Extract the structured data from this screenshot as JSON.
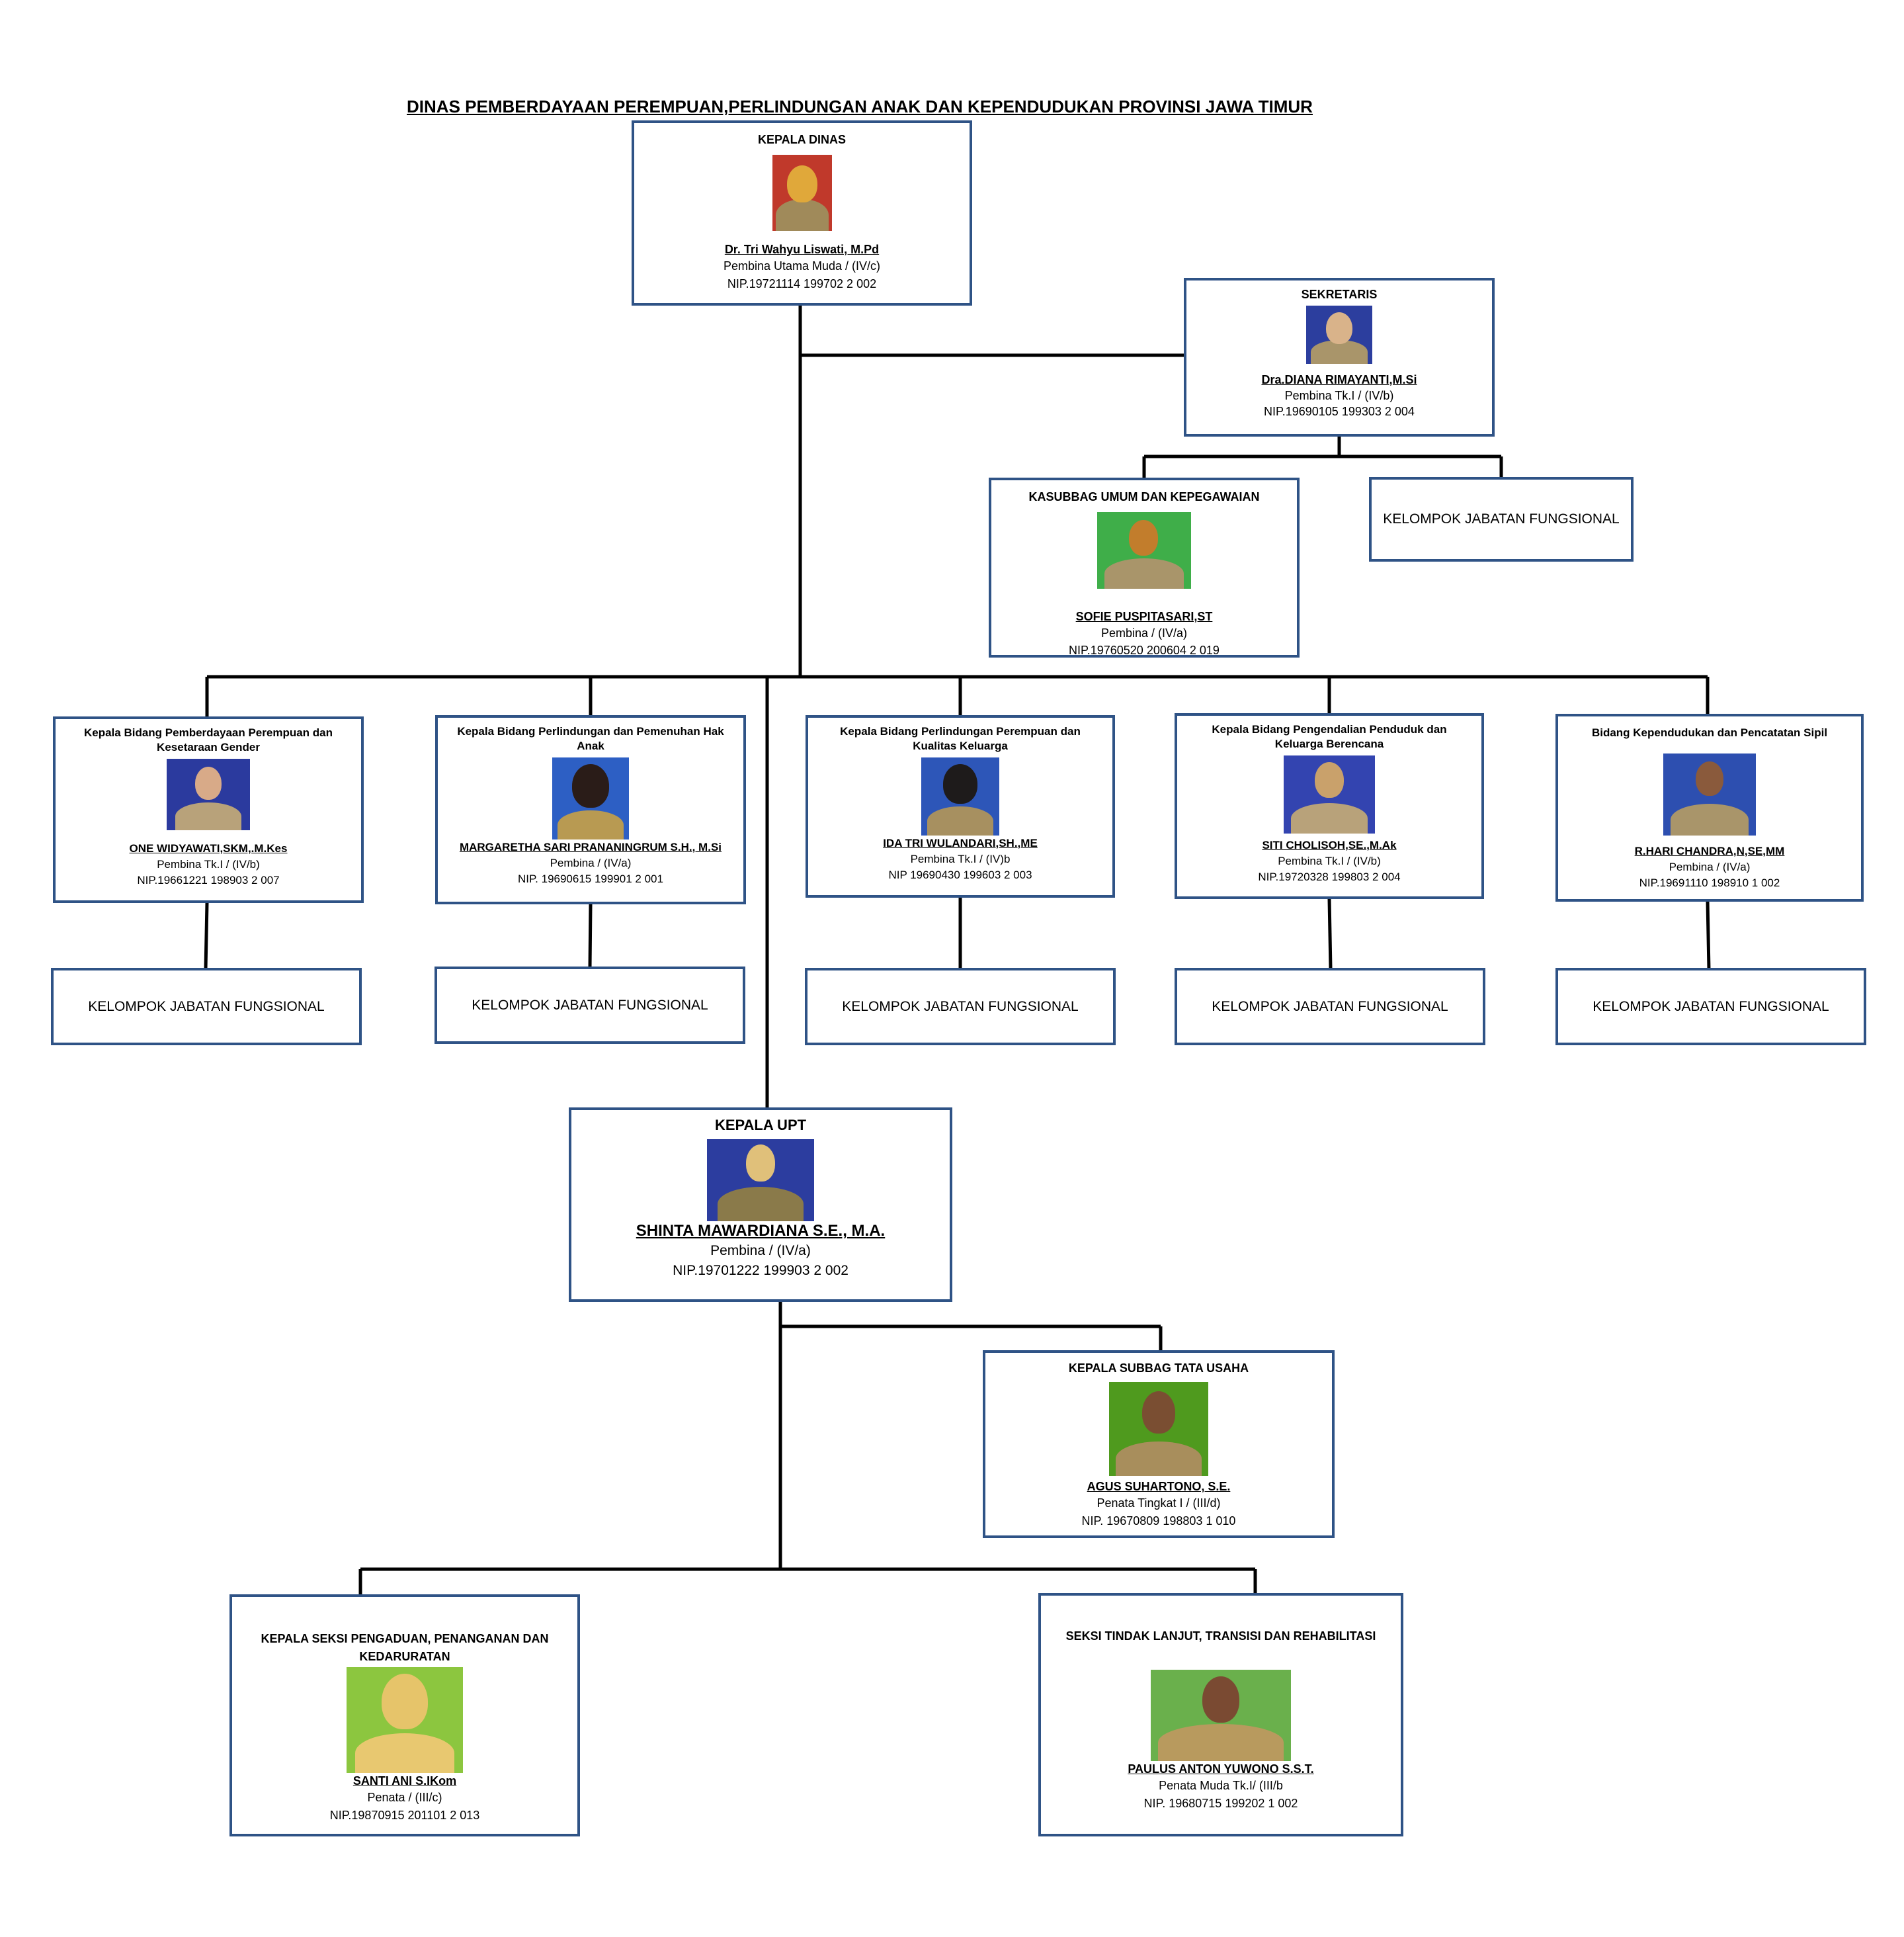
{
  "title": "DINAS PEMBERDAYAAN PEREMPUAN,PERLINDUNGAN ANAK DAN KEPENDUDUKAN PROVINSI JAWA TIMUR",
  "kepala_dinas": {
    "role": "KEPALA DINAS",
    "name": "Dr. Tri Wahyu Liswati, M.Pd",
    "rank": "Pembina Utama Muda / (IV/c)",
    "nip": "NIP.19721114 199702 2 002",
    "photo_bg": "#c0392b",
    "photo_icon": "person-photo-icon"
  },
  "sekretaris": {
    "role": "SEKRETARIS",
    "name": "Dra.DIANA RIMAYANTI,M.Si",
    "rank": "Pembina Tk.I / (IV/b)",
    "nip": "NIP.19690105 199303 2 004",
    "photo_bg": "#2c3e9e",
    "photo_icon": "person-photo-icon"
  },
  "kasubbag": {
    "role": "KASUBBAG UMUM DAN KEPEGAWAIAN",
    "name": "SOFIE PUSPITASARI,ST",
    "rank": "Pembina / (IV/a)",
    "nip": "NIP.19760520 200604 2 019",
    "photo_bg": "#3fae49",
    "photo_icon": "person-photo-icon"
  },
  "kelompok_label": "KELOMPOK  JABATAN FUNGSIONAL",
  "bidang": [
    {
      "role": "Kepala Bidang Pemberdayaan Perempuan dan Kesetaraan Gender",
      "name": "ONE WIDYAWATI,SKM,.M.Kes",
      "rank": "Pembina  Tk.I / (IV/b)",
      "nip": "NIP.19661221 198903 2 007",
      "photo_bg": "#2b3a9e",
      "photo_icon": "person-photo-icon"
    },
    {
      "role": "Kepala Bidang Perlindungan dan Pemenuhan Hak Anak",
      "name": "MARGARETHA SARI PRANANINGRUM S.H., M.Si",
      "rank": "Pembina / (IV/a)",
      "nip": "NIP. 19690615 199901 2 001",
      "photo_bg": "#2d5fc4",
      "photo_icon": "person-photo-icon"
    },
    {
      "role": "Kepala Bidang  Perlindungan Perempuan dan Kualitas Keluarga",
      "name": "IDA TRI WULANDARI,SH.,ME",
      "rank": "Pembina Tk.I / (IV)b",
      "nip": "NIP 19690430 199603 2 003",
      "photo_bg": "#2d56b8",
      "photo_icon": "person-photo-icon"
    },
    {
      "role": "Kepala Bidang Pengendalian Penduduk dan Keluarga Berencana",
      "name": "SITI CHOLISOH,SE.,M.Ak",
      "rank": "Pembina Tk.I / (IV/b)",
      "nip": "NIP.19720328 199803 2 004",
      "photo_bg": "#3344b0",
      "photo_icon": "person-photo-icon"
    },
    {
      "role": "Bidang Kependudukan dan Pencatatan Sipil",
      "name": "R.HARI CHANDRA,N,SE,MM",
      "rank": "Pembina / (IV/a)",
      "nip": "NIP.19691110 198910 1 002",
      "photo_bg": "#2d4fb0",
      "photo_icon": "person-photo-icon"
    }
  ],
  "kepala_upt": {
    "role": "KEPALA UPT",
    "name": "SHINTA MAWARDIANA S.E., M.A.",
    "rank": "Pembina / (IV/a)",
    "nip": "NIP.19701222 199903 2 002",
    "photo_bg": "#2c3d9f",
    "photo_icon": "person-photo-icon"
  },
  "kasubbag_tu": {
    "role": "KEPALA SUBBAG TATA USAHA",
    "name": "AGUS SUHARTONO, S.E.",
    "rank": "Penata Tingkat I / (III/d)",
    "nip": "NIP. 19670809 198803 1 010",
    "photo_bg": "#4f9a1e",
    "photo_icon": "person-photo-icon"
  },
  "seksi_pengaduan": {
    "role": "KEPALA SEKSI PENGADUAN, PENANGANAN DAN KEDARURATAN",
    "name": "SANTI ANI S.IKom",
    "rank": "Penata / (III/c)",
    "nip": "NIP.19870915 201101 2 013",
    "photo_bg": "#8cc63f",
    "photo_icon": "person-photo-icon"
  },
  "seksi_tindak": {
    "role": "SEKSI TINDAK LANJUT, TRANSISI DAN REHABILITASI",
    "name": "PAULUS ANTON YUWONO S.S.T.",
    "rank": "Penata Muda Tk.I/ (III/b",
    "nip": "NIP. 19680715 199202 1 002",
    "photo_bg": "#6ab04c",
    "photo_icon": "person-photo-icon"
  },
  "colors": {
    "box_border": "#2f5386",
    "line": "#000000"
  }
}
